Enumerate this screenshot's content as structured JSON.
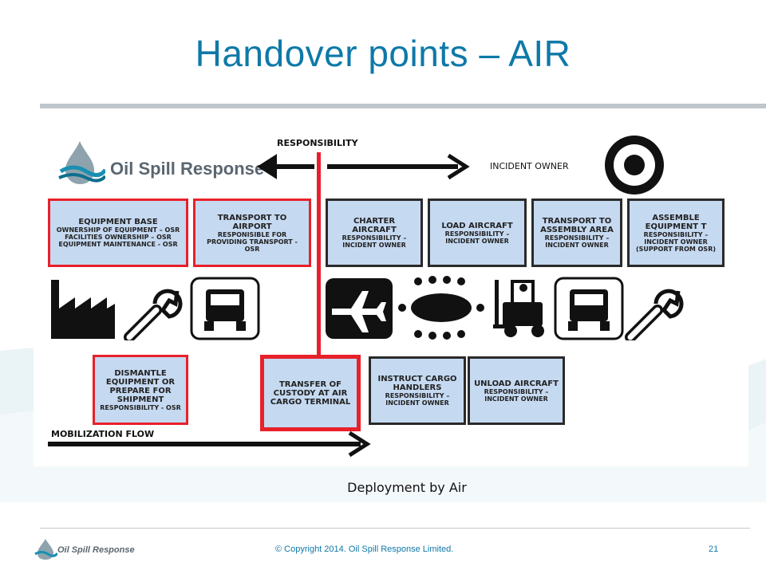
{
  "slide": {
    "title": "Handover points – AIR",
    "caption": "Deployment by Air",
    "copyright": "© Copyright 2014.  Oil Spill Response Limited.",
    "page_number": "21"
  },
  "logo": {
    "text": "Oil Spill Response",
    "footer_text": "Oil Spill Response"
  },
  "diagram": {
    "responsibility_label": "RESPONSIBILITY",
    "incident_owner_label": "INCIDENT OWNER",
    "mobilization_label": "MOBILIZATION FLOW",
    "top_boxes": [
      {
        "title": "EQUIPMENT BASE",
        "sub": "OWNERSHIP OF EQUIPMENT – OSR FACILITIES OWNERSHIP – OSR EQUIPMENT MAINTENANCE - OSR"
      },
      {
        "title": "TRANSPORT TO AIRPORT",
        "sub": "RESPONISIBLE FOR PROVIDING TRANSPORT - OSR"
      },
      {
        "title": "CHARTER AIRCRAFT",
        "sub": "RESPONSIBILITY – INCIDENT OWNER"
      },
      {
        "title": "LOAD AIRCRAFT",
        "sub": "RESPONSIBILITY – INCIDENT OWNER"
      },
      {
        "title": "TRANSPORT TO ASSEMBLY AREA",
        "sub": "RESPONSIBILITY – INCIDENT OWNER"
      },
      {
        "title": "ASSEMBLE EQUIPMENT T",
        "sub": "RESPONSIBILITY – INCIDENT OWNER (SUPPORT FROM OSR)"
      }
    ],
    "bottom_boxes": [
      {
        "title": "DISMANTLE EQUIPMENT OR PREPARE FOR SHIPMENT",
        "sub": "RESPONSIBILITY - OSR"
      },
      {
        "title": "TRANSFER OF CUSTODY AT AIR CARGO TERMINAL",
        "sub": ""
      },
      {
        "title": "INSTRUCT CARGO HANDLERS",
        "sub": "RESPONSIBILITY – INCIDENT OWNER"
      },
      {
        "title": "UNLOAD AIRCRAFT",
        "sub": "RESPONSIBILITY – INCIDENT OWNER"
      }
    ]
  },
  "colors": {
    "accent": "#0e79a8",
    "red": "#e8202a",
    "box_fill": "#c5d9f1"
  }
}
